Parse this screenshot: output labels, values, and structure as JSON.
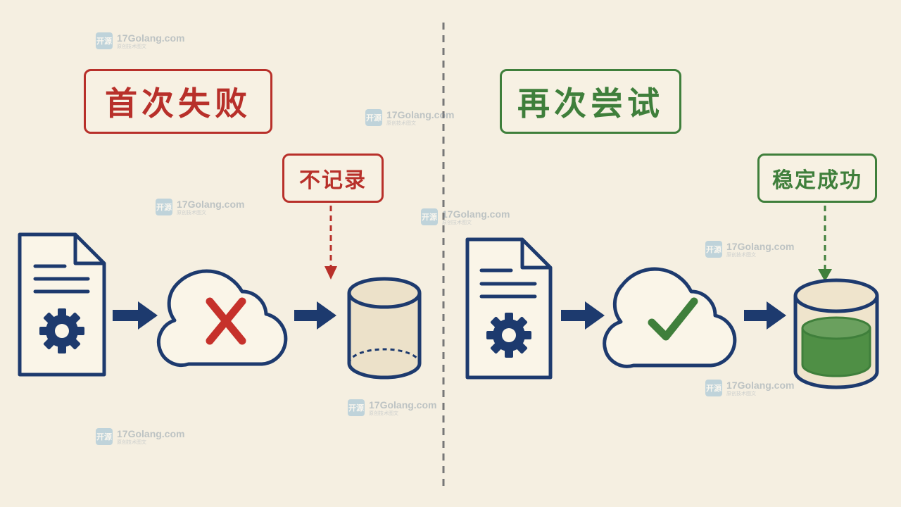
{
  "left": {
    "title": "首次失败",
    "note": "不记录"
  },
  "right": {
    "title": "再次尝试",
    "note": "稳定成功"
  },
  "watermark": {
    "site": "17Golang.com",
    "sub": "原创技术图文",
    "logo": "开源"
  },
  "colors": {
    "navy": "#1d3a6e",
    "red": "#b8302a",
    "green": "#3f7f3b",
    "background": "#f5efe1"
  },
  "icons": [
    "document-gear-icon",
    "cloud-icon",
    "error-x-icon",
    "check-icon",
    "database-empty-icon",
    "database-filled-icon",
    "arrow-icon"
  ]
}
